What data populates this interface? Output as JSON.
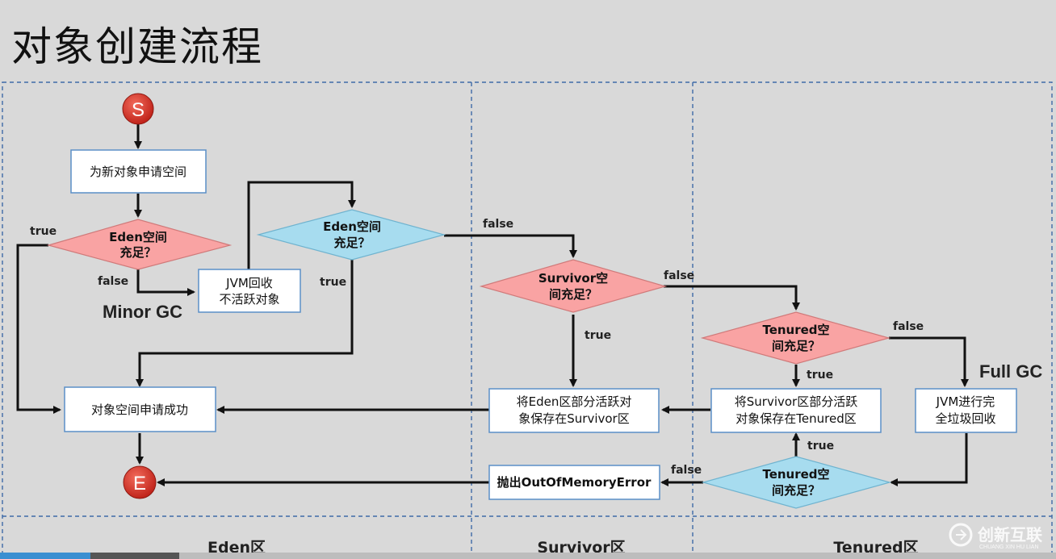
{
  "title": "对象创建流程",
  "lanes": [
    "Eden区",
    "Survivor区",
    "Tenured区"
  ],
  "nodes": {
    "start": "S",
    "end": "E",
    "request_space": "为新对象申请空间",
    "eden_check_1": [
      "Eden空间",
      "充足？"
    ],
    "jvm_gc_inactive": [
      "JVM回收",
      "不活跃对象"
    ],
    "eden_check_2": [
      "Eden空间",
      "充足？"
    ],
    "alloc_success": "对象空间申请成功",
    "survivor_check": [
      "Survivor空",
      "间充足？"
    ],
    "move_eden_to_survivor": [
      "将Eden区部分活跃对",
      "象保存在Survivor区"
    ],
    "tenured_check_1": [
      "Tenured空",
      "间充足？"
    ],
    "move_survivor_to_tenured": [
      "将Survivor区部分活跃",
      "对象保存在Tenured区"
    ],
    "jvm_full_gc": [
      "JVM进行完",
      "全垃圾回收"
    ],
    "tenured_check_2": [
      "Tenured空",
      "间充足？"
    ],
    "throw_oom": "抛出OutOfMemoryError"
  },
  "edge_labels": {
    "eden1_true": "true",
    "eden1_false": "false",
    "eden2_true": "true",
    "eden2_false": "false",
    "survivor_true": "true",
    "survivor_false": "false",
    "tenured1_true": "true",
    "tenured1_false": "false",
    "tenured2_true": "true",
    "tenured2_false": "false"
  },
  "annotations": {
    "minor_gc": "Minor GC",
    "full_gc": "Full GC"
  },
  "watermark": {
    "name": "创新互联",
    "sub": "CHUANG XIN HU LIAN"
  },
  "colors": {
    "decision_pink": "#f9a3a3",
    "decision_blue": "#a7dcef",
    "terminal_red": "#d62e1f",
    "box_border": "#5b8fc7",
    "lane_border": "#3f6aa8"
  }
}
